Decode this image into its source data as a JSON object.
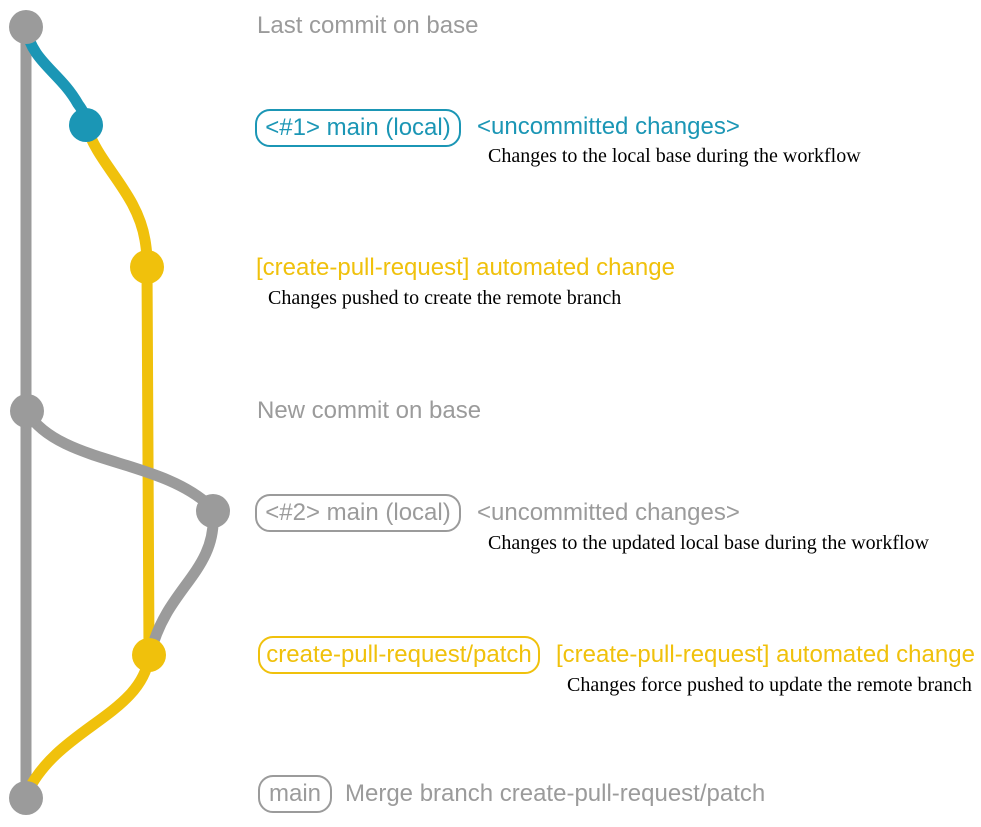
{
  "colors": {
    "gray": "#9b9b9b",
    "teal": "#1b96b5",
    "yellow": "#f0c10c",
    "ink": "#000000",
    "background": "#ffffff"
  },
  "graph": {
    "commits": [
      {
        "name": "last-commit-on-base",
        "color": "gray"
      },
      {
        "name": "local-main-1",
        "color": "teal"
      },
      {
        "name": "remote-branch-created",
        "color": "yellow"
      },
      {
        "name": "new-commit-on-base",
        "color": "gray"
      },
      {
        "name": "local-main-2",
        "color": "gray"
      },
      {
        "name": "remote-branch-updated",
        "color": "yellow"
      },
      {
        "name": "merge-commit",
        "color": "gray"
      }
    ]
  },
  "rows": {
    "last_commit": {
      "text": "Last commit on base"
    },
    "local1": {
      "badge": "<#1> main (local)",
      "title": "<uncommitted changes>",
      "note": "Changes to the local base during the workflow"
    },
    "push1": {
      "title": "[create-pull-request] automated change",
      "note": "Changes pushed to create the remote branch"
    },
    "new_commit": {
      "text": "New commit on base"
    },
    "local2": {
      "badge": "<#2> main (local)",
      "title": "<uncommitted changes>",
      "note": "Changes to the updated local base during the workflow"
    },
    "push2": {
      "badge": "create-pull-request/patch",
      "title": "[create-pull-request] automated change",
      "note": "Changes force pushed to update the remote branch"
    },
    "merge": {
      "badge": "main",
      "text": "Merge branch create-pull-request/patch"
    }
  }
}
